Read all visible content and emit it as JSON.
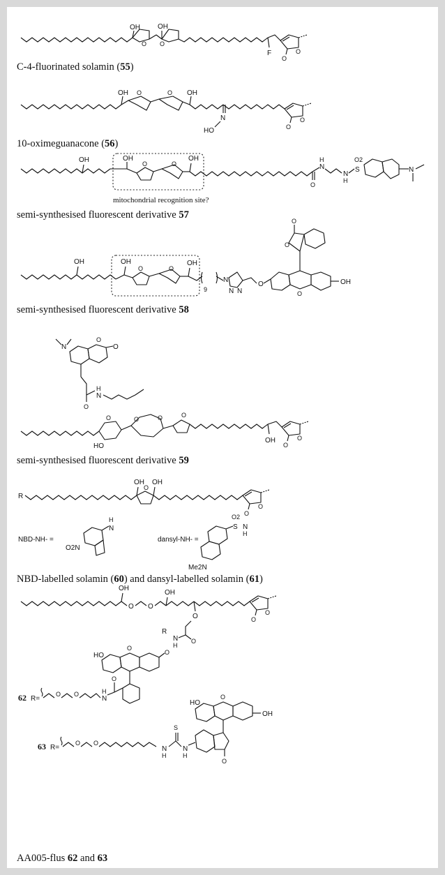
{
  "captions": {
    "c55": {
      "text": "C-4-fluorinated solamin (",
      "num": "55",
      "end": ")"
    },
    "c56": {
      "text": "10-oximeguanacone (",
      "num": "56",
      "end": ")"
    },
    "c57": {
      "text": "semi-synthesised fluorescent derivative ",
      "num": "57"
    },
    "c58": {
      "text": "semi-synthesised fluorescent derivative ",
      "num": "58"
    },
    "c59": {
      "text": "semi-synthesised fluorescent derivative ",
      "num": "59"
    },
    "c6061": {
      "text1": "NBD-labelled solamin (",
      "num1": "60",
      "mid": ") and dansyl-labelled solamin (",
      "num2": "61",
      "end": ")"
    },
    "c6263": {
      "text": "AA005-flus ",
      "num1": "62",
      "mid": " and ",
      "num2": "63"
    }
  },
  "labels": {
    "oh": "OH",
    "o": "O",
    "n": "N",
    "h": "H",
    "s": "S",
    "f": "F",
    "ho": "HO",
    "r": "R",
    "o2": "O2",
    "ho_n": "HO",
    "mito_site": "mitochondrial recognition site?",
    "nbd": "NBD-NH- =",
    "dansyl": "dansyl-NH- =",
    "me2n": "Me2N",
    "o2n": "O2N",
    "nine": "9",
    "r_eq": "R=",
    "num62": "62",
    "num63": "63"
  }
}
